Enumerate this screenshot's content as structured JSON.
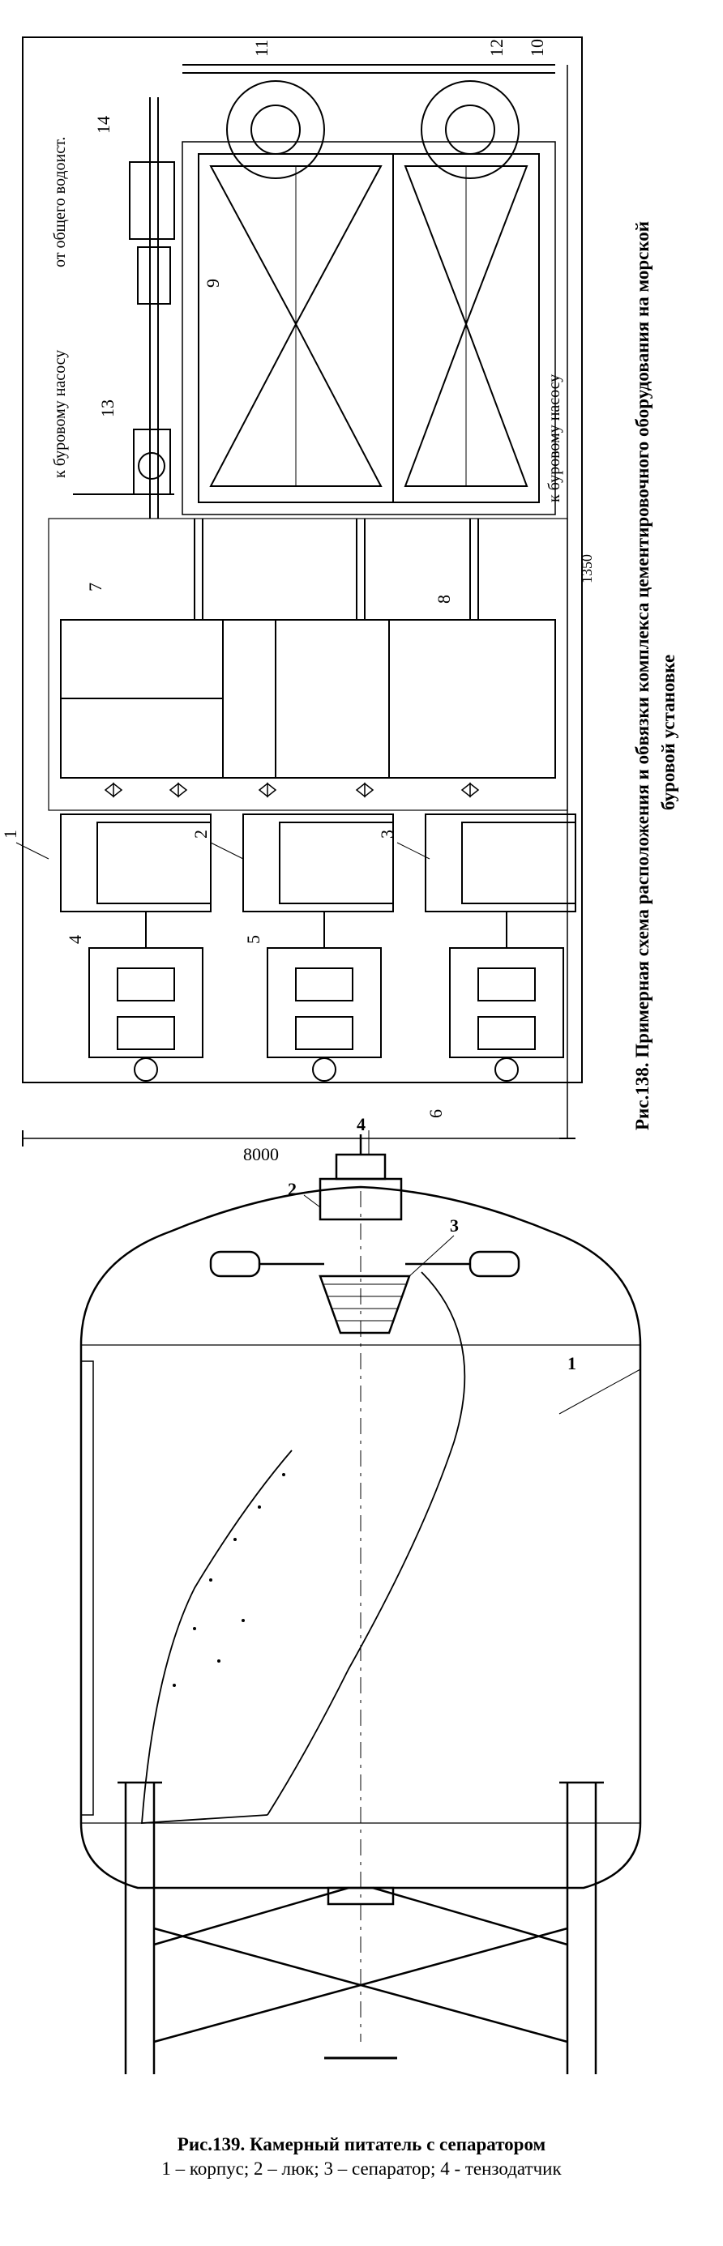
{
  "figure138": {
    "caption_line1": "Рис.138. Примерная схема расположения и обвязки комплекса цементировочного оборудования на морской",
    "caption_line2": "буровой установке",
    "dim_width": "8000",
    "dim_height": "1350",
    "label_to_pump_top": "к буровому насосу",
    "label_water_supply": "от общего водоист.",
    "label_to_pump_bottom": "к буровому насосу",
    "callouts": [
      "1",
      "2",
      "3",
      "4",
      "5",
      "6",
      "7",
      "8",
      "9",
      "10",
      "11",
      "12",
      "13",
      "14"
    ]
  },
  "figure139": {
    "caption_title": "Рис.139.  Камерный питатель с сепаратором",
    "caption_legend": "1 – корпус; 2 – люк; 3 – сепаратор; 4 - тензодатчик",
    "callouts": [
      "1",
      "2",
      "3",
      "4"
    ]
  }
}
